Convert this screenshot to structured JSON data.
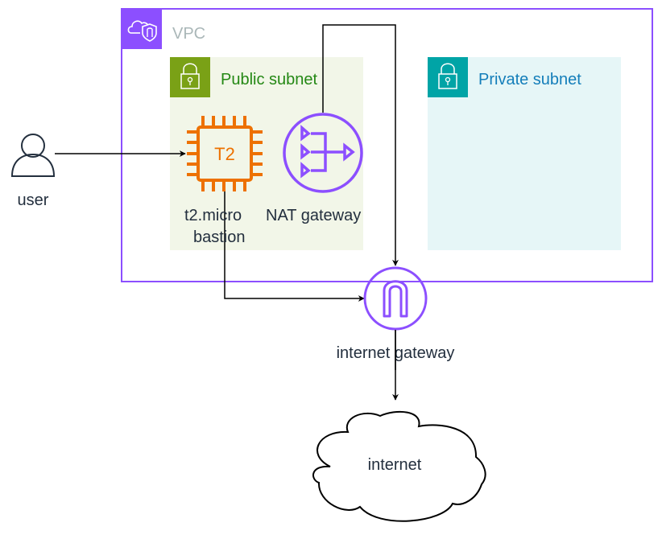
{
  "diagram": {
    "vpc": {
      "label": "VPC",
      "icon": "vpc-cloud-shield-icon",
      "color": "#8C4FFF",
      "label_color": "#AAB7B8"
    },
    "public_subnet": {
      "label": "Public subnet",
      "icon": "lock-icon",
      "header_color": "#7AA116",
      "fill": "#F2F6E8",
      "label_color": "#248814"
    },
    "private_subnet": {
      "label": "Private subnet",
      "icon": "lock-icon",
      "header_color": "#00A4A6",
      "fill": "#E6F6F7",
      "label_color": "#147EBA"
    },
    "user": {
      "label": "user",
      "icon": "user-icon",
      "color": "#232F3E"
    },
    "ec2": {
      "chip_text": "T2",
      "label_line1": "t2.micro",
      "label_line2": "bastion",
      "icon": "ec2-instance-chip-icon",
      "color": "#ED7100"
    },
    "nat": {
      "label": "NAT gateway",
      "icon": "nat-gateway-icon",
      "color": "#8C4FFF"
    },
    "igw": {
      "label": "internet gateway",
      "icon": "internet-gateway-icon",
      "color": "#8C4FFF"
    },
    "internet": {
      "label": "internet",
      "icon": "cloud-icon"
    },
    "text_color": "#232F3E",
    "edges": [
      {
        "from": "user",
        "to": "ec2"
      },
      {
        "from": "ec2",
        "to": "internet gateway"
      },
      {
        "from": "NAT gateway",
        "to": "internet gateway"
      },
      {
        "from": "internet gateway",
        "to": "internet"
      }
    ]
  }
}
